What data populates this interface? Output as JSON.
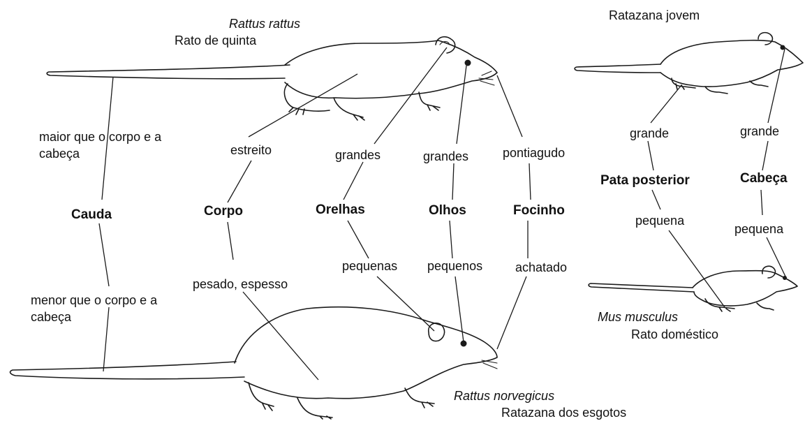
{
  "species": {
    "rattus_rattus": {
      "scientific": "Rattus rattus",
      "common": "Rato de quinta"
    },
    "rattus_norvegicus": {
      "scientific": "Rattus norvegicus",
      "common": "Ratazana dos esgotos"
    },
    "young_rat": {
      "common": "Ratazana jovem"
    },
    "mus_musculus": {
      "scientific": "Mus musculus",
      "common": "Rato doméstico"
    }
  },
  "features": {
    "tail": {
      "title": "Cauda",
      "top": "maior que o corpo e a cabeça",
      "bottom": "menor que o corpo e a cabeça"
    },
    "body": {
      "title": "Corpo",
      "top": "estreito",
      "bottom": "pesado, espesso"
    },
    "ears": {
      "title": "Orelhas",
      "top": "grandes",
      "bottom": "pequenas"
    },
    "eyes": {
      "title": "Olhos",
      "top": "grandes",
      "bottom": "pequenos"
    },
    "snout": {
      "title": "Focinho",
      "top": "pontiagudo",
      "bottom": "achatado"
    },
    "hind_foot": {
      "title": "Pata posterior",
      "top": "grande",
      "bottom": "pequena"
    },
    "head": {
      "title": "Cabeça",
      "top": "grande",
      "bottom": "pequena"
    }
  }
}
